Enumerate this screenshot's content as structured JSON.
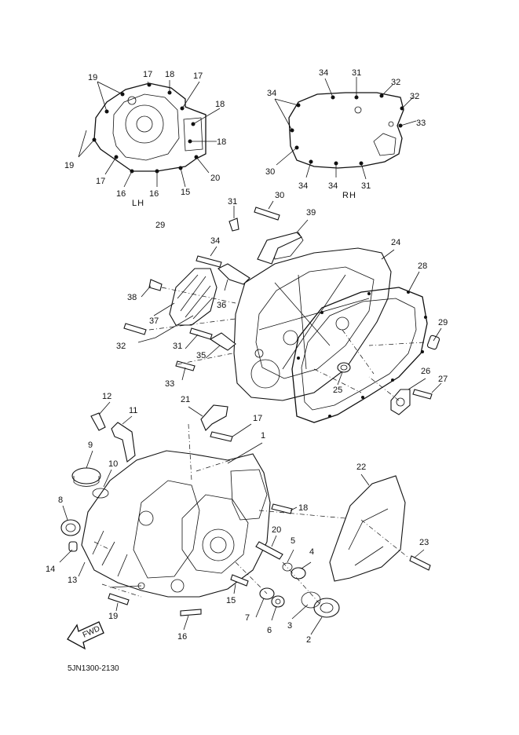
{
  "diagram": {
    "code": "5JN1300-2130",
    "side_left": "LH",
    "side_right": "RH",
    "fwd": "FWD",
    "callouts": [
      "19",
      "17",
      "18",
      "17",
      "18",
      "18",
      "19",
      "17",
      "16",
      "16",
      "15",
      "20",
      "34",
      "31",
      "32",
      "32",
      "33",
      "34",
      "30",
      "34",
      "34",
      "31",
      "31",
      "30",
      "39",
      "29",
      "34",
      "24",
      "28",
      "38",
      "36",
      "37",
      "32",
      "31",
      "29",
      "35",
      "33",
      "26",
      "27",
      "25",
      "12",
      "11",
      "21",
      "17",
      "1",
      "9",
      "10",
      "22",
      "8",
      "18",
      "20",
      "5",
      "4",
      "23",
      "14",
      "13",
      "15",
      "7",
      "3",
      "19",
      "6",
      "2",
      "16"
    ]
  }
}
